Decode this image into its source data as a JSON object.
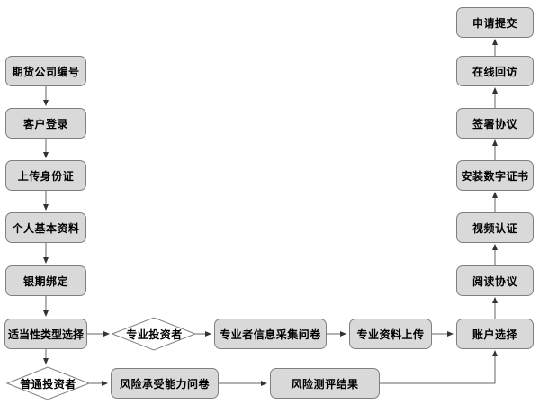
{
  "diagram": {
    "title": "futures-account-opening-flowchart",
    "colors": {
      "node_fill": "#d9d9d9",
      "node_border": "#7f7f7f",
      "diamond_fill": "#ffffff",
      "line": "#666666",
      "arrowhead": "#333333",
      "text": "#000000",
      "background": "#ffffff"
    },
    "nodes": [
      {
        "id": "futures-company-code",
        "type": "process",
        "label": "期货公司编号"
      },
      {
        "id": "customer-login",
        "type": "process",
        "label": "客户登录"
      },
      {
        "id": "upload-id-card",
        "type": "process",
        "label": "上传身份证"
      },
      {
        "id": "personal-basic-info",
        "type": "process",
        "label": "个人基本资料"
      },
      {
        "id": "bank-futures-binding",
        "type": "process",
        "label": "银期绑定"
      },
      {
        "id": "suitability-type-selection",
        "type": "process",
        "label": "适当性类型选择"
      },
      {
        "id": "professional-investor",
        "type": "decision",
        "label": "专业投资者"
      },
      {
        "id": "ordinary-investor",
        "type": "decision",
        "label": "普通投资者"
      },
      {
        "id": "professional-info-questionnaire",
        "type": "process",
        "label": "专业者信息采集问卷"
      },
      {
        "id": "professional-document-upload",
        "type": "process",
        "label": "专业资料上传"
      },
      {
        "id": "account-selection",
        "type": "process",
        "label": "账户选择"
      },
      {
        "id": "risk-tolerance-questionnaire",
        "type": "process",
        "label": "风险承受能力问卷"
      },
      {
        "id": "risk-assessment-result",
        "type": "process",
        "label": "风险测评结果"
      },
      {
        "id": "read-agreement",
        "type": "process",
        "label": "阅读协议"
      },
      {
        "id": "video-verification",
        "type": "process",
        "label": "视频认证"
      },
      {
        "id": "install-digital-certificate",
        "type": "process",
        "label": "安装数字证书"
      },
      {
        "id": "sign-agreement",
        "type": "process",
        "label": "签署协议"
      },
      {
        "id": "online-follow-up",
        "type": "process",
        "label": "在线回访"
      },
      {
        "id": "application-submission",
        "type": "process",
        "label": "申请提交"
      }
    ],
    "edges": [
      {
        "from": "futures-company-code",
        "to": "customer-login"
      },
      {
        "from": "customer-login",
        "to": "upload-id-card"
      },
      {
        "from": "upload-id-card",
        "to": "personal-basic-info"
      },
      {
        "from": "personal-basic-info",
        "to": "bank-futures-binding"
      },
      {
        "from": "bank-futures-binding",
        "to": "suitability-type-selection"
      },
      {
        "from": "suitability-type-selection",
        "to": "professional-investor"
      },
      {
        "from": "professional-investor",
        "to": "professional-info-questionnaire"
      },
      {
        "from": "professional-info-questionnaire",
        "to": "professional-document-upload"
      },
      {
        "from": "professional-document-upload",
        "to": "account-selection"
      },
      {
        "from": "suitability-type-selection",
        "to": "ordinary-investor"
      },
      {
        "from": "ordinary-investor",
        "to": "risk-tolerance-questionnaire"
      },
      {
        "from": "risk-tolerance-questionnaire",
        "to": "risk-assessment-result"
      },
      {
        "from": "risk-assessment-result",
        "to": "account-selection"
      },
      {
        "from": "account-selection",
        "to": "read-agreement"
      },
      {
        "from": "read-agreement",
        "to": "video-verification"
      },
      {
        "from": "video-verification",
        "to": "install-digital-certificate"
      },
      {
        "from": "install-digital-certificate",
        "to": "sign-agreement"
      },
      {
        "from": "sign-agreement",
        "to": "online-follow-up"
      },
      {
        "from": "online-follow-up",
        "to": "application-submission"
      }
    ]
  }
}
